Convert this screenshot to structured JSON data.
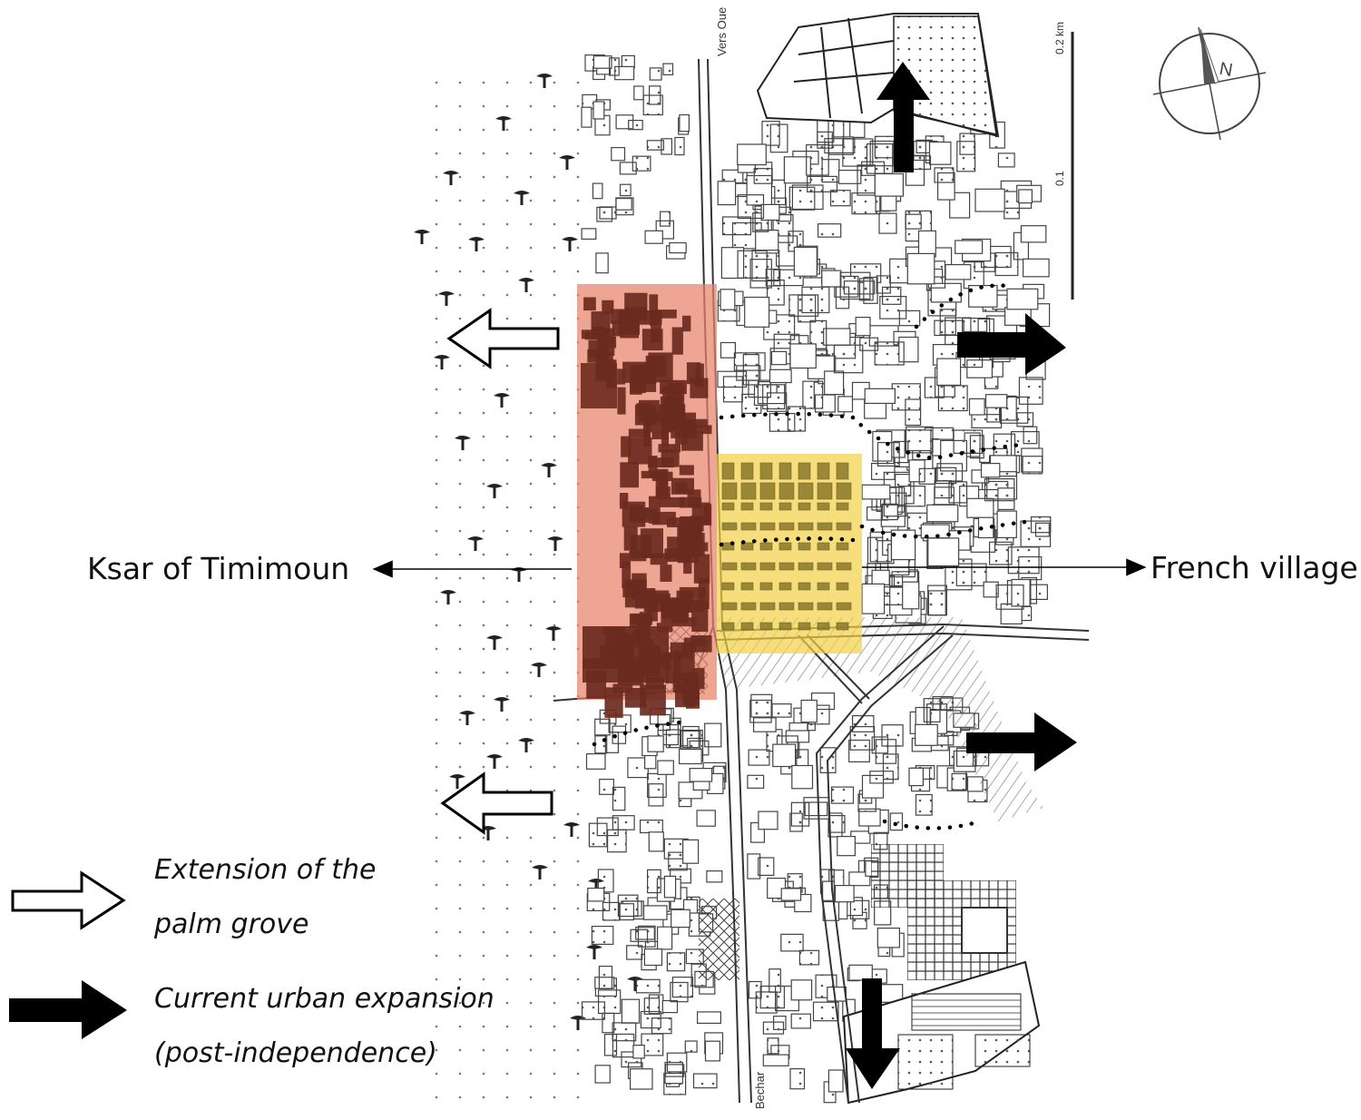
{
  "labels": {
    "ksar": "Ksar of Timimoun",
    "french": "French village"
  },
  "legend": {
    "palm_line1": "Extension of the",
    "palm_line2": "palm grove",
    "urban_line1": "Current urban expansion",
    "urban_line2": "(post-independence)"
  },
  "map_text": {
    "road_north": "Vers Oue",
    "road_south": "Bechar",
    "scale_top": "0.2 km",
    "scale_mid": "0.1",
    "compass": "N"
  },
  "colors": {
    "ksar_zone": "#e8826a",
    "ksar_buildings": "#6b2a1e",
    "french_zone": "#f2d046",
    "french_buildings": "#8a7a2a",
    "arrows": "#000000"
  }
}
